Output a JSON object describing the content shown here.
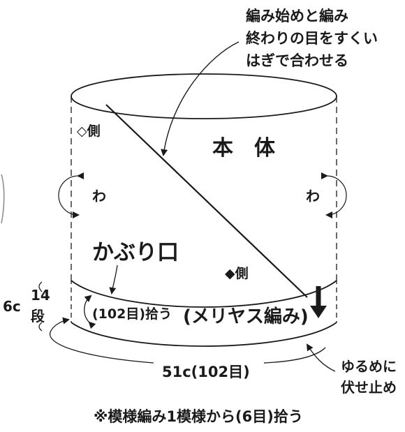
{
  "annotations": {
    "seam_note_line1": "編み始めと編み",
    "seam_note_line2": "終わりの目をすくい",
    "seam_note_line3": "はぎで合わせる",
    "body_label": "本　体",
    "back_side_label": "◇側",
    "front_side_label": "◆側",
    "loop_left": "わ",
    "loop_right": "わ",
    "brim_label": "かぶり口",
    "brim_height": "6c",
    "brim_rows_top": "14",
    "brim_rows_bottom": "段",
    "pick_up_label": "(102目)拾う",
    "stitch_label": "(メリヤス編み)",
    "circumference": "51c(102目)",
    "bind_off_line1": "ゆるめに",
    "bind_off_line2": "伏せ止め",
    "footnote": "※模様編み1模様から(6目)拾う"
  },
  "colors": {
    "ink": "#1a1a1a",
    "background": "#ffffff"
  }
}
